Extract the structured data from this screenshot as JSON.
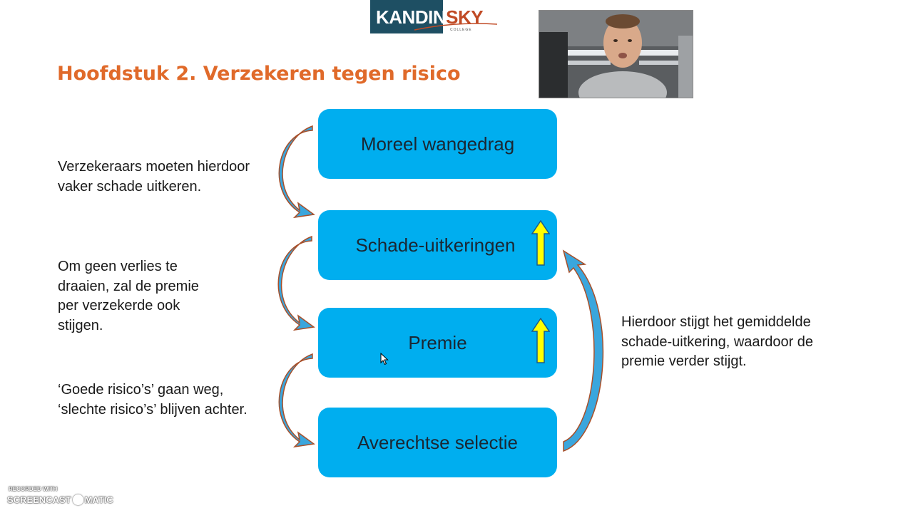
{
  "logo": {
    "part1": "KANDIN",
    "part2": "SKY",
    "sub": "COLLEGE"
  },
  "slide": {
    "title": "Hoofdstuk 2. Verzekeren tegen risico"
  },
  "boxes": [
    {
      "label": "Moreel wangedrag",
      "arrow": false
    },
    {
      "label": "Schade-uitkeringen",
      "arrow": true
    },
    {
      "label": "Premie",
      "arrow": true
    },
    {
      "label": "Averechtse selectie",
      "arrow": false
    }
  ],
  "notes": {
    "left1": [
      "Verzekeraars moeten hierdoor",
      "vaker schade uitkeren."
    ],
    "left2": [
      "Om geen verlies te",
      "draaien, zal de premie",
      "per verzekerde ook",
      "stijgen."
    ],
    "left3": [
      "‘Goede risico’s’ gaan weg,",
      "‘slechte risico’s’ blijven achter."
    ],
    "right": [
      "Hierdoor stijgt het gemiddelde",
      "schade-uitkering, waardoor de",
      "premie verder stijgt."
    ]
  },
  "watermark": {
    "small": "RECORDED WITH",
    "left": "SCREENCAST",
    "right": "MATIC"
  },
  "colors": {
    "title": "#e06a2a",
    "box": "#00aeef",
    "arrow_fill": "#3aa6dd",
    "arrow_stroke": "#a8502a",
    "up_arrow": "#ffff00",
    "logo_bg": "#1e4f63",
    "logo_accent": "#c04a25"
  },
  "icons": {
    "up_arrow": "yellow-up-arrow-icon",
    "curved_arrow": "curved-arrow-icon",
    "cursor": "mouse-pointer-icon"
  }
}
